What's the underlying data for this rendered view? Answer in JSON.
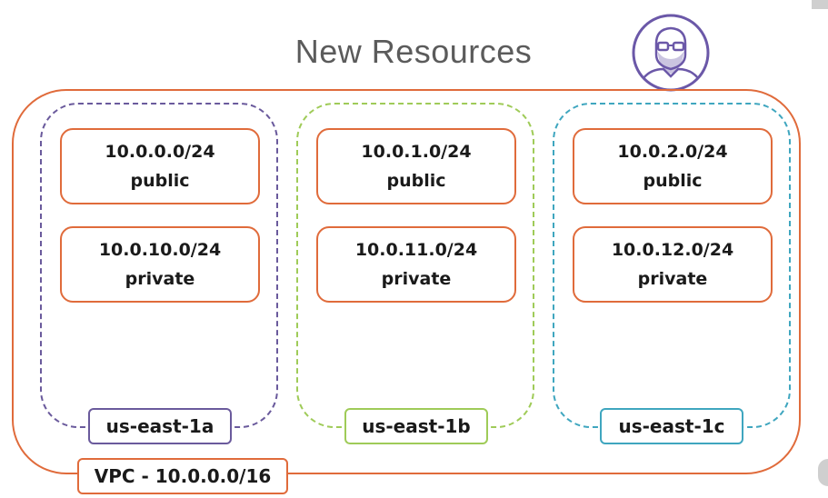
{
  "title": "New Resources",
  "colors": {
    "vpc": "#e06b3b",
    "az_a": "#6a5a9c",
    "az_b": "#9fcb58",
    "az_c": "#3fa6bf",
    "avatar": "#6b58a8"
  },
  "vpc": {
    "label": "VPC - 10.0.0.0/16"
  },
  "zones": [
    {
      "label": "us-east-1a",
      "public": {
        "cidr": "10.0.0.0/24",
        "type": "public"
      },
      "private": {
        "cidr": "10.0.10.0/24",
        "type": "private"
      }
    },
    {
      "label": "us-east-1b",
      "public": {
        "cidr": "10.0.1.0/24",
        "type": "public"
      },
      "private": {
        "cidr": "10.0.11.0/24",
        "type": "private"
      }
    },
    {
      "label": "us-east-1c",
      "public": {
        "cidr": "10.0.2.0/24",
        "type": "public"
      },
      "private": {
        "cidr": "10.0.12.0/24",
        "type": "private"
      }
    }
  ],
  "icons": {
    "avatar": "bearded-man-avatar-icon"
  }
}
